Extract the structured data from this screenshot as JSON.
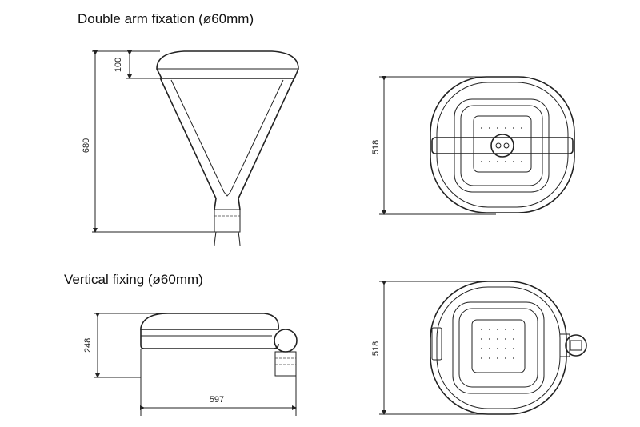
{
  "titles": {
    "double_arm": "Double arm fixation (ø60mm)",
    "vertical": "Vertical fixing (ø60mm)"
  },
  "dimensions": {
    "head_height": "100",
    "double_arm_height": "680",
    "top_view_top": "518",
    "vertical_height": "248",
    "vertical_width": "597",
    "top_view_bottom": "518"
  }
}
